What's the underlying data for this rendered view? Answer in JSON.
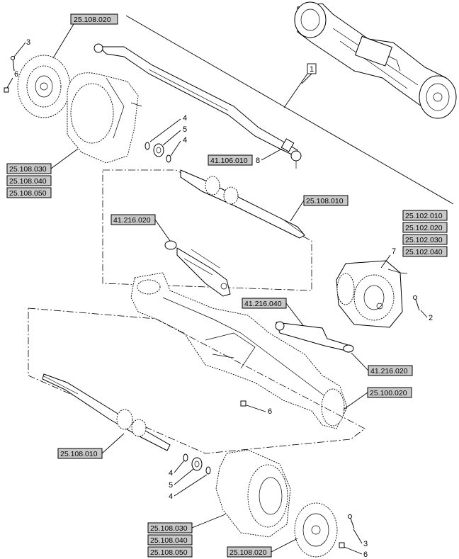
{
  "references": {
    "r_top_hub": "25.108.020",
    "r_left_knuckle_1": "25.108.030",
    "r_left_knuckle_2": "25.108.040",
    "r_left_knuckle_3": "25.108.050",
    "r_tie_rod": "41.106.010",
    "r_upper_shaft": "25.108.010",
    "r_cylinder_left": "41.216.020",
    "r_diff_1": "25.102.010",
    "r_diff_2": "25.102.020",
    "r_diff_3": "25.102.030",
    "r_diff_4": "25.102.040",
    "r_cylinder_right_top": "41.216.040",
    "r_cylinder_right_bottom": "41.216.020",
    "r_housing": "25.100.020",
    "r_lower_shaft": "25.108.010",
    "r_bottom_knuckle_1": "25.108.030",
    "r_bottom_knuckle_2": "25.108.040",
    "r_bottom_knuckle_3": "25.108.050",
    "r_bottom_hub": "25.108.020"
  },
  "callouts": {
    "c_assembly": "1",
    "c_top_bolt": "3",
    "c_top_nut": "6",
    "c_upper_ring_a": "4",
    "c_upper_bush": "5",
    "c_upper_ring_b": "4",
    "c_tie_rod": "8",
    "c_diff": "7",
    "c_diff_bolt": "2",
    "c_housing_nut": "6",
    "c_lower_ring_a": "4",
    "c_lower_bush": "5",
    "c_lower_ring_b": "4",
    "c_bottom_bolt": "3",
    "c_bottom_nut": "6"
  }
}
